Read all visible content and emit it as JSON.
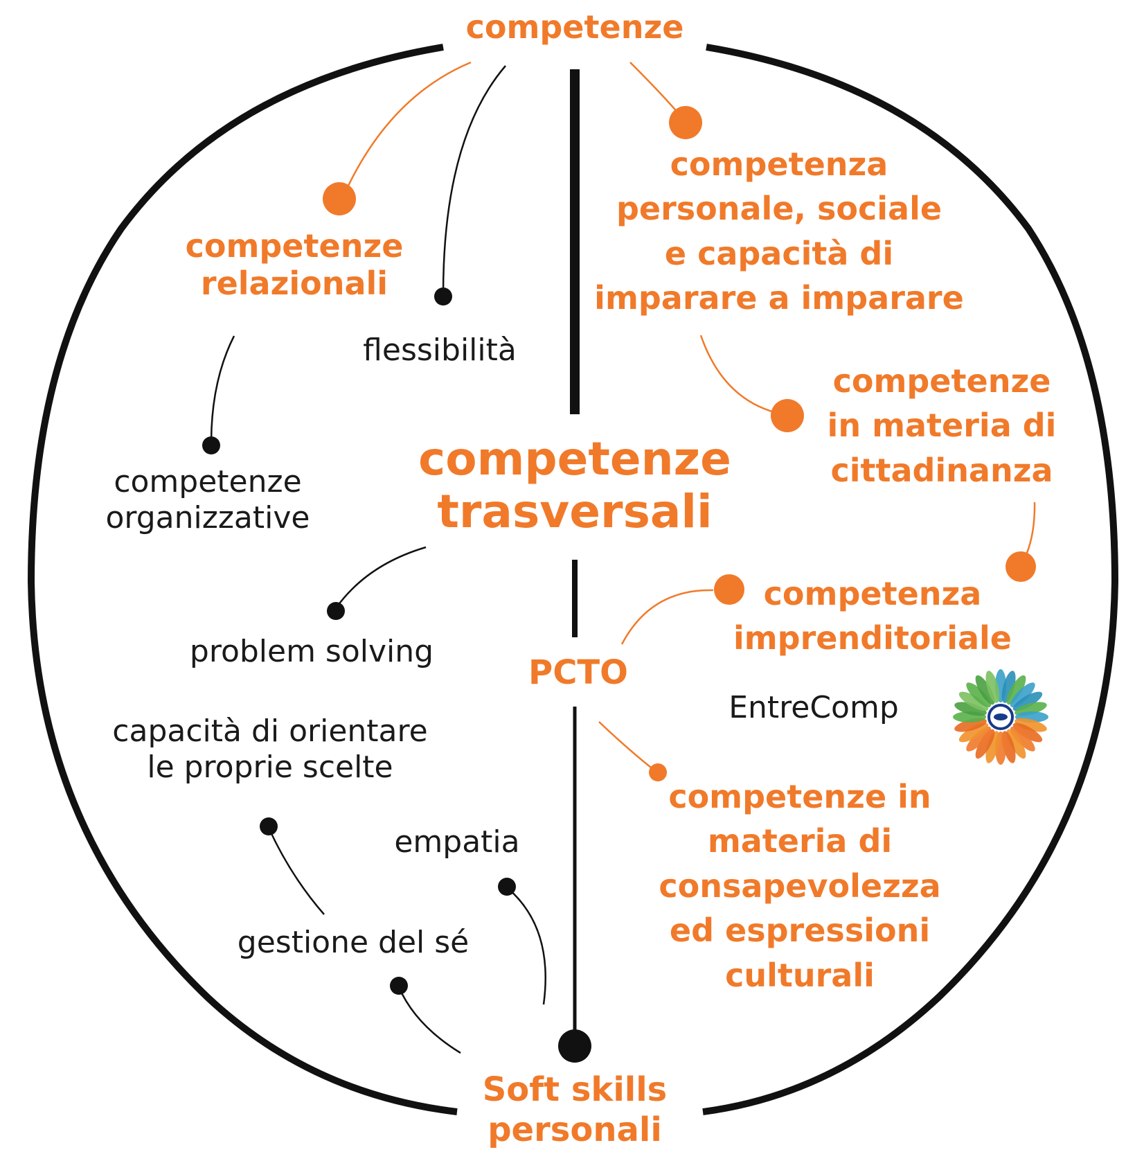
{
  "colors": {
    "accent": "#f07a2a",
    "ink": "#111111",
    "background": "#ffffff"
  },
  "top_label": "competenze",
  "center_label": "competenze\ntrasversali",
  "middle_label": "PCTO",
  "bottom_label": "Soft skills\npersonali",
  "left_items": {
    "relazionali": "competenze\nrelazionali",
    "flessibilita": "flessibilità",
    "organizzative": "competenze\norganizzative",
    "problem_solving": "problem solving",
    "orientare": "capacità di orientare\nle proprie scelte",
    "empatia": "empatia",
    "gestione": "gestione del sé"
  },
  "right_items": {
    "personale": "competenza\npersonale, sociale\ne capacità di\nimparare a imparare",
    "cittadinanza": "competenze\nin materia di\ncittadinanza",
    "imprenditoriale": "competenza\nimprenditoriale",
    "entrecomp": "EntreComp",
    "culturali": "competenze in\nmateria di\nconsapevolezza\ned espressioni\nculturali"
  },
  "logo": {
    "name": "entrecomp-logo-icon"
  }
}
